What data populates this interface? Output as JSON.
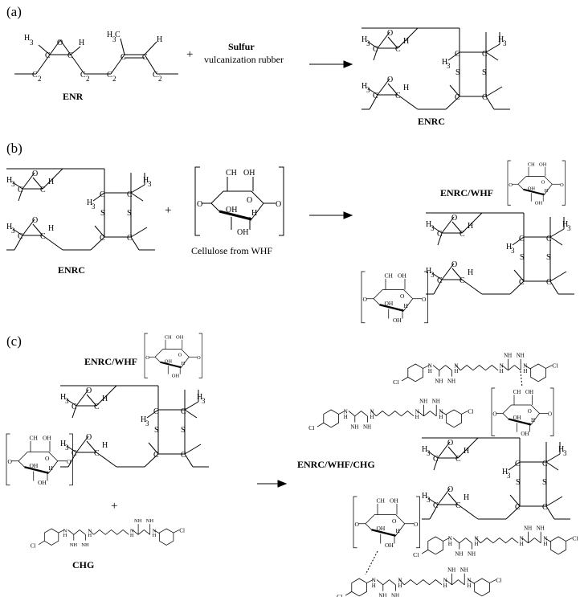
{
  "panels": {
    "a": "(a)",
    "b": "(b)",
    "c": "(c)"
  },
  "names": {
    "enr": "ENR",
    "enrc": "ENRC",
    "enrc_whf": "ENRC/WHF",
    "enrc_whf_chg": "ENRC/WHF/CHG",
    "chg": "CHG",
    "cellulose": "Cellulose from WHF"
  },
  "reagent": {
    "sulfur": "Sulfur",
    "vulcanization": "vulcanization rubber"
  },
  "atoms": {
    "C": "C",
    "H": "H",
    "O": "O",
    "S": "S",
    "N": "N",
    "Cl": "Cl",
    "OH": "OH",
    "CH": "CH",
    "sub2": "2",
    "sub3": "3",
    "NH": "NH"
  },
  "operators": {
    "plus": "+"
  },
  "colors": {
    "ink": "#000000",
    "background": "#ffffff"
  }
}
